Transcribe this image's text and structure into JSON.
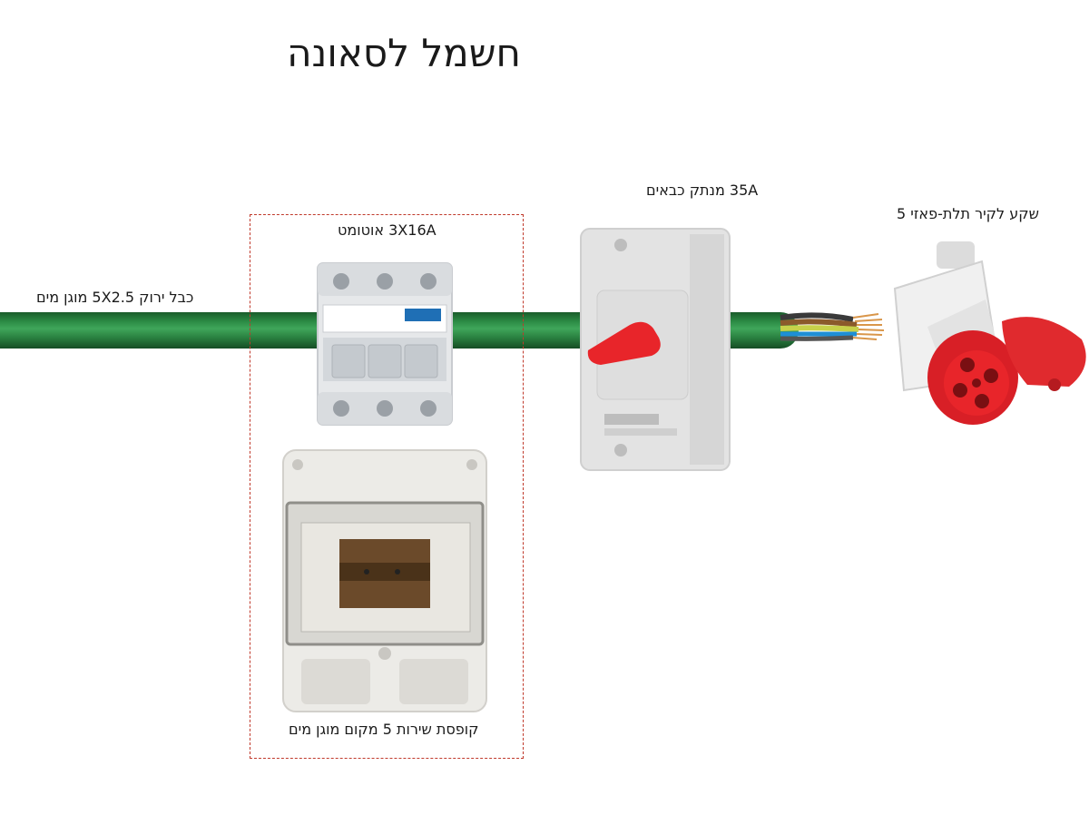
{
  "title": "חשמל לסאונה",
  "labels": {
    "cable": "כבל ירוק 5X2.5 מוגן מים",
    "breaker": "3X16A אוטומט",
    "isolator": "35A מנתק כבאים",
    "socket": "שקע לקיר תלת-פאזי 5",
    "box": "קופסת שירות 5 מקום מוגן מים"
  },
  "colors": {
    "cable_green": "#2b8a44",
    "accent_red": "#e8252a",
    "box_border": "#c0392b",
    "device_grey": "#e6e6e6"
  },
  "icons": [
    "circuit-breaker-icon",
    "isolator-switch-icon",
    "three-phase-socket-icon",
    "distribution-box-icon",
    "cable-wires-icon"
  ]
}
